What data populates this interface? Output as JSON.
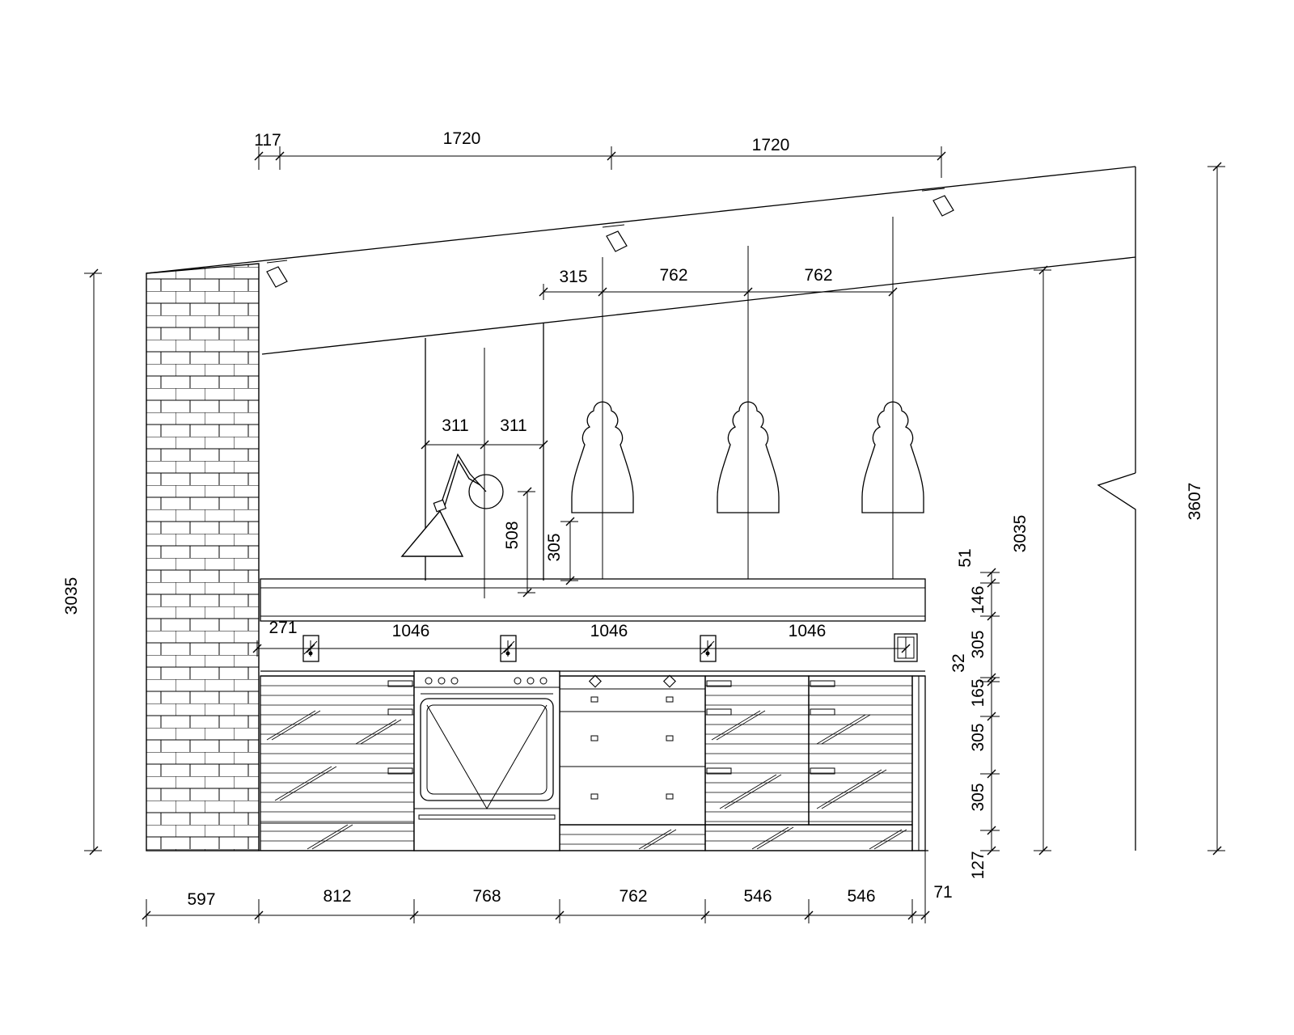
{
  "labels": {
    "top": [
      "117",
      "1720",
      "1720"
    ],
    "pendant_spacing": [
      "315",
      "762",
      "762"
    ],
    "sconce": [
      "311",
      "311",
      "508",
      "305"
    ],
    "outlets": [
      "271",
      "1046",
      "1046",
      "1046"
    ],
    "left_height": "3035",
    "inner_height": "3035",
    "total_height": "3607",
    "right_stack": [
      "51",
      "146",
      "305",
      "32",
      "165",
      "305",
      "305",
      "127"
    ],
    "bottom": [
      "597",
      "812",
      "768",
      "762",
      "546",
      "546",
      "71"
    ]
  }
}
